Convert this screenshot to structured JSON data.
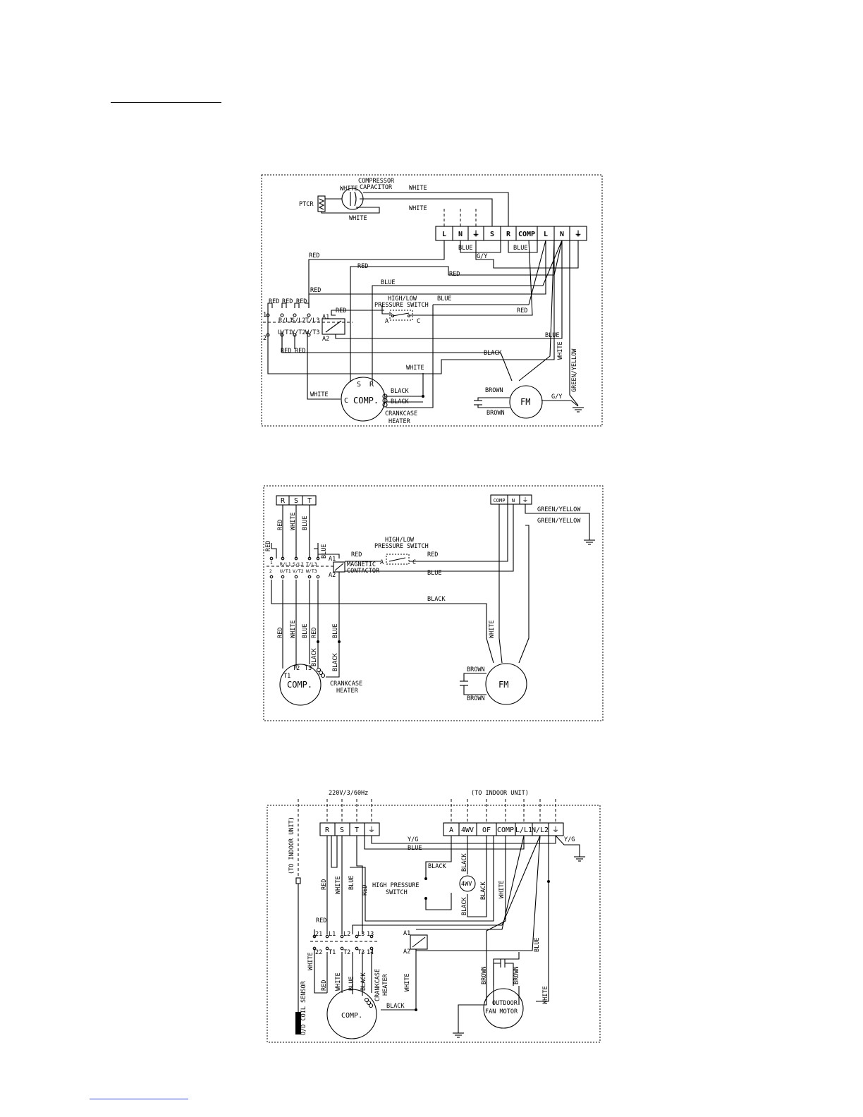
{
  "diagram1": {
    "labels": {
      "compressor_capacitor_1": "COMPRESSOR",
      "compressor_capacitor_2": "CAPACITOR",
      "ptcr": "PTCR",
      "white_1": "WHITE",
      "white_2": "WHITE",
      "white_3": "WHITE",
      "white_4": "WHITE",
      "blue_1": "BLUE",
      "gy": "G/Y",
      "blue_2": "BLUE",
      "red_1": "RED",
      "red_2": "RED",
      "red_3": "RED",
      "blue_3": "BLUE",
      "red_4": "RED",
      "hl_1": "HIGH/LOW",
      "hl_2": "PRESSURE SWITCH",
      "blue_4": "BLUE",
      "red_5": "RED",
      "red_6": "RED",
      "red_7": "RED",
      "red_8": "RED",
      "one": "1",
      "two": "2",
      "rl1": "R/L1",
      "sl2": "S/L2",
      "tl3": "T/L3",
      "ut1": "U/T1",
      "vt2": "V/T2",
      "wt3": "W/T3",
      "a1": "A1",
      "a2": "A2",
      "sa": "A",
      "sc": "C",
      "red_9": "RED",
      "blue_5": "BLUE",
      "red_10": "RED",
      "red_11": "RED",
      "black_1": "BLACK",
      "white_5": "WHITE",
      "white_6": "WHITE",
      "greenyellow": "GREEN/YELLOW",
      "s": "S",
      "r": "R",
      "c": "C",
      "comp": "COMP.",
      "black_2": "BLACK",
      "black_3": "BLACK",
      "crankcase_1": "CRANKCASE",
      "crankcase_2": "HEATER",
      "white_7": "WHITE",
      "brown_1": "BROWN",
      "brown_2": "BROWN",
      "fm": "FM",
      "gy2": "G/Y"
    },
    "terminals": [
      "L",
      "N",
      "⏚",
      "S",
      "R",
      "COMP",
      "L",
      "N",
      "⏚"
    ]
  },
  "diagram2": {
    "labels": {
      "red_1": "RED",
      "white_1": "WHITE",
      "blue_1": "BLUE",
      "red_2": "RED",
      "blue_2": "BLUE",
      "one": "1",
      "two": "2",
      "rl1": "R/L1",
      "sl2": "S/L2",
      "tl3": "T/L3",
      "ut1": "U/T1",
      "vt2": "V/T2",
      "wt3": "W/T3",
      "a1": "A1",
      "a2": "A2",
      "red_3": "RED",
      "mc_1": "MAGNETIC",
      "mc_2": "CONTACTOR",
      "hl_1": "HIGH/LOW",
      "hl_2": "PRESSURE SWITCH",
      "sa": "A",
      "sc": "C",
      "red_4": "RED",
      "blue_3": "BLUE",
      "black_1": "BLACK",
      "gy_1": "GREEN/YELLOW",
      "gy_2": "GREEN/YELLOW",
      "red_5": "RED",
      "white_2": "WHITE",
      "blue_4": "BLUE",
      "red_6": "RED",
      "blue_5": "BLUE",
      "black_2": "BLACK",
      "black_3": "BLACK",
      "t1": "T1",
      "t2": "T2",
      "t3": "T3",
      "comp": "COMP.",
      "crankcase_1": "CRANKCASE",
      "crankcase_2": "HEATER",
      "white_3": "WHITE",
      "brown_1": "BROWN",
      "brown_2": "BROWN",
      "fm": "FM"
    },
    "terminals_left": [
      "R",
      "S",
      "T"
    ],
    "terminals_right": [
      "COMP",
      "N",
      "⏚"
    ]
  },
  "diagram3": {
    "labels": {
      "supply": "220V/3/60Hz",
      "to_indoor_top": "(TO INDOOR UNIT)",
      "to_indoor_side": "(TO INDOOR UNIT)",
      "yg_1": "Y/G",
      "blue_1": "BLUE",
      "yg_2": "Y/G",
      "black_1": "BLACK",
      "black_2": "BLACK",
      "hps_1": "HIGH PRESSURE",
      "hps_2": "SWITCH",
      "fourwv": "4WV",
      "black_3": "BLACK",
      "black_4": "BLACK",
      "white_1": "WHITE",
      "red_1": "RED",
      "white_2": "WHITE",
      "blue_2": "BLUE",
      "red_2": "RED",
      "red_3": "RED",
      "t21": "21",
      "t22": "22",
      "l1": "L1",
      "l2": "L2",
      "l3": "L3",
      "t13": "13",
      "tt1": "T1",
      "tt2": "T2",
      "tt3": "T3",
      "t14": "14",
      "a1": "A1",
      "a2": "A2",
      "white_3": "WHITE",
      "blue_3": "BLUE",
      "red_4": "RED",
      "white_4": "WHITE",
      "blue_4": "BLUE",
      "black_5": "BLACK",
      "crankcase_1": "CRANKCASE",
      "crankcase_2": "HEATER",
      "white_5": "WHITE",
      "black_6": "BLACK",
      "comp": "COMP.",
      "brown_1": "BROWN",
      "brown_2": "BROWN",
      "white_6": "WHITE",
      "odfm_1": "OUTDOOR",
      "odfm_2": "FAN MOTOR",
      "od_coil": "O/D COIL SENSOR"
    },
    "terminals_left": [
      "R",
      "S",
      "T",
      "⏚"
    ],
    "terminals_right": [
      "A",
      "4WV",
      "OF",
      "COMP",
      "L/L1",
      "N/L2",
      "⏚"
    ]
  }
}
